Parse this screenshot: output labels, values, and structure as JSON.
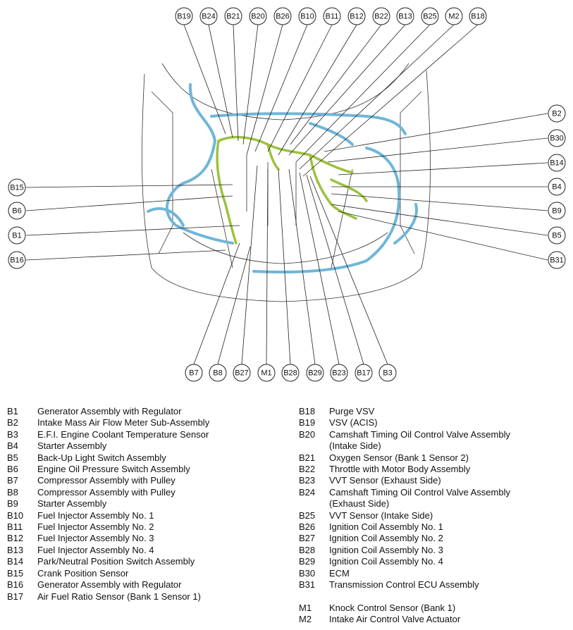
{
  "diagram": {
    "callouts_top": [
      "B19",
      "B24",
      "B21",
      "B20",
      "B26",
      "B10",
      "B11",
      "B12",
      "B22",
      "B13",
      "B25",
      "M2",
      "B18"
    ],
    "callouts_left": [
      "B15",
      "B6",
      "B1",
      "B16"
    ],
    "callouts_right": [
      "B2",
      "B30",
      "B14",
      "B4",
      "B9",
      "B5",
      "B31"
    ],
    "callouts_bottom": [
      "B7",
      "B8",
      "B27",
      "M1",
      "B28",
      "B29",
      "B23",
      "B17",
      "B3"
    ],
    "colors": {
      "harness_blue": "#6fb6d8",
      "harness_green": "#9cc23d",
      "outline": "#333333"
    }
  },
  "legend_left": [
    {
      "code": "B1",
      "desc": "Generator Assembly with Regulator"
    },
    {
      "code": "B2",
      "desc": "Intake Mass Air Flow Meter Sub-Assembly"
    },
    {
      "code": "B3",
      "desc": "E.F.I. Engine Coolant Temperature Sensor"
    },
    {
      "code": "B4",
      "desc": "Starter Assembly"
    },
    {
      "code": "B5",
      "desc": "Back-Up Light Switch Assembly"
    },
    {
      "code": "B6",
      "desc": "Engine Oil Pressure Switch Assembly"
    },
    {
      "code": "B7",
      "desc": "Compressor Assembly with Pulley"
    },
    {
      "code": "B8",
      "desc": "Compressor Assembly with Pulley"
    },
    {
      "code": "B9",
      "desc": "Starter Assembly"
    },
    {
      "code": "B10",
      "desc": "Fuel Injector Assembly No. 1"
    },
    {
      "code": "B11",
      "desc": "Fuel Injector Assembly No. 2"
    },
    {
      "code": "B12",
      "desc": "Fuel Injector Assembly No. 3"
    },
    {
      "code": "B13",
      "desc": "Fuel Injector Assembly No. 4"
    },
    {
      "code": "B14",
      "desc": "Park/Neutral Position Switch Assembly"
    },
    {
      "code": "B15",
      "desc": "Crank Position Sensor"
    },
    {
      "code": "B16",
      "desc": "Generator Assembly with Regulator"
    },
    {
      "code": "B17",
      "desc": "Air Fuel Ratio Sensor (Bank 1 Sensor 1)"
    }
  ],
  "legend_right": [
    {
      "code": "B18",
      "desc": "Purge VSV"
    },
    {
      "code": "B19",
      "desc": "VSV (ACIS)"
    },
    {
      "code": "B20",
      "desc": "Camshaft Timing Oil Control Valve Assembly\n(Intake Side)"
    },
    {
      "code": "B21",
      "desc": "Oxygen Sensor (Bank 1 Sensor 2)"
    },
    {
      "code": "B22",
      "desc": "Throttle with Motor Body Assembly"
    },
    {
      "code": "B23",
      "desc": "VVT Sensor (Exhaust Side)"
    },
    {
      "code": "B24",
      "desc": "Camshaft Timing Oil Control Valve Assembly\n(Exhaust Side)"
    },
    {
      "code": "B25",
      "desc": "VVT Sensor (Intake Side)"
    },
    {
      "code": "B26",
      "desc": "Ignition Coil Assembly No. 1"
    },
    {
      "code": "B27",
      "desc": "Ignition Coil Assembly No. 2"
    },
    {
      "code": "B28",
      "desc": "Ignition Coil Assembly No. 3"
    },
    {
      "code": "B29",
      "desc": "Ignition Coil Assembly No. 4"
    },
    {
      "code": "B30",
      "desc": "ECM"
    },
    {
      "code": "B31",
      "desc": "Transmission Control ECU Assembly"
    }
  ],
  "legend_right_extra": [
    {
      "code": "M1",
      "desc": "Knock Control Sensor (Bank 1)"
    },
    {
      "code": "M2",
      "desc": "Intake Air Control Valve Actuator"
    }
  ]
}
